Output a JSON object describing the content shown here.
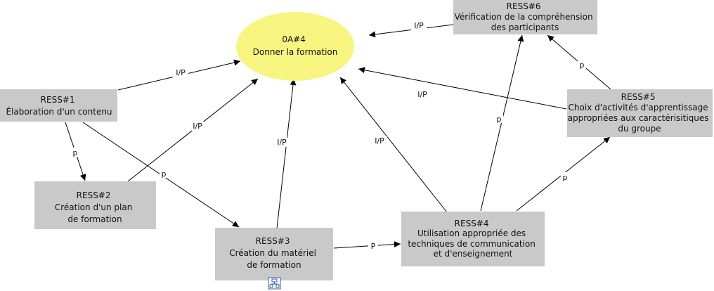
{
  "nodes": {
    "oa4": {
      "lines": [
        "0A#4",
        "Donner la formation"
      ]
    },
    "ress1": {
      "lines": [
        "RESS#1",
        "Élaboration d'un contenu"
      ]
    },
    "ress2": {
      "lines": [
        "RESS#2",
        "Création d'un plan",
        "de formation"
      ]
    },
    "ress3": {
      "lines": [
        "RESS#3",
        "Création du matériel",
        "de formation"
      ]
    },
    "ress4": {
      "lines": [
        "RESS#4",
        "Utilisation appropriée des",
        "techniques de communication",
        "et d'enseignement"
      ]
    },
    "ress5": {
      "lines": [
        "RESS#5",
        "Choix d'activités d'apprentissage",
        "appropriées aux caractérisitiques",
        "du groupe"
      ]
    },
    "ress6": {
      "lines": [
        "RESS#6",
        "Vérification de la compréhension",
        "des participants"
      ]
    }
  },
  "edges": [
    {
      "from": "ress1",
      "to": "oa4",
      "label": "I/P"
    },
    {
      "from": "ress2",
      "to": "oa4",
      "label": "I/P"
    },
    {
      "from": "ress3",
      "to": "oa4",
      "label": "I/P"
    },
    {
      "from": "ress4",
      "to": "oa4",
      "label": "I/P"
    },
    {
      "from": "ress5",
      "to": "oa4",
      "label": "I/P"
    },
    {
      "from": "ress6",
      "to": "oa4",
      "label": "I/P"
    },
    {
      "from": "ress1",
      "to": "ress2",
      "label": "p"
    },
    {
      "from": "ress1",
      "to": "ress3",
      "label": "p"
    },
    {
      "from": "ress3",
      "to": "ress4",
      "label": "P"
    },
    {
      "from": "ress4",
      "to": "ress5",
      "label": "p"
    },
    {
      "from": "ress4",
      "to": "ress6",
      "label": "p"
    },
    {
      "from": "ress5",
      "to": "ress6",
      "label": "p"
    }
  ],
  "colors": {
    "box": "#c9c9c9",
    "oval": "#f7f57f",
    "line": "#000000"
  },
  "icons": {
    "footer": "hierarchy-icon"
  }
}
